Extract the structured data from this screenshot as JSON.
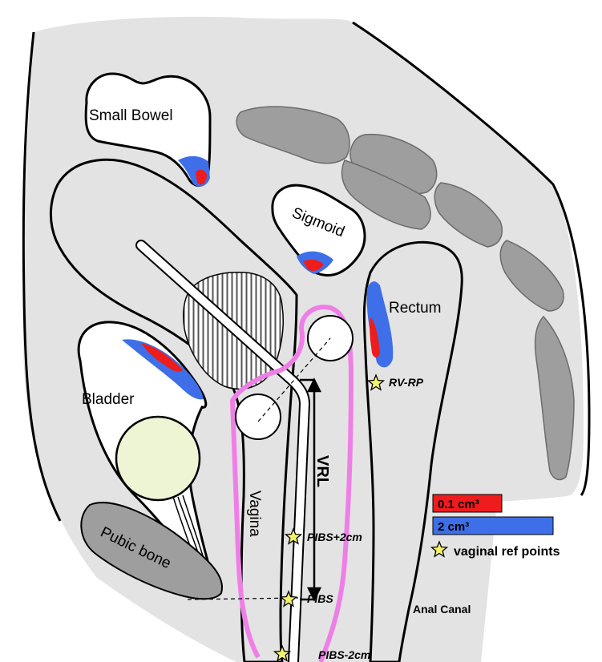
{
  "organs": {
    "small_bowel": "Small Bowel",
    "sigmoid": "Sigmoid",
    "rectum": "Rectum",
    "bladder": "Bladder",
    "pubic_bone": "Pubic bone",
    "vagina": "Vagina",
    "anal_canal": "Anal Canal"
  },
  "measure": {
    "vrl": "VRL"
  },
  "points": {
    "rv_rp": "RV-RP",
    "pibs_plus_2": "PIBS+2cm",
    "pibs": "PIBS",
    "pibs_minus_2": "PIBS-2cm"
  },
  "legend": {
    "small_volume": "0.1 cm³",
    "large_volume": "2 cm³",
    "ref_points": "vaginal ref points"
  },
  "colors": {
    "small_volume": "#ee1c1c",
    "large_volume": "#3e6fe8",
    "vagina_outline": "#ef7fe6",
    "ref_star": "#f2f26a",
    "tissue": "#e3e3e3",
    "bone": "#9e9e9e",
    "bladder_balloon": "#eef5d4"
  }
}
